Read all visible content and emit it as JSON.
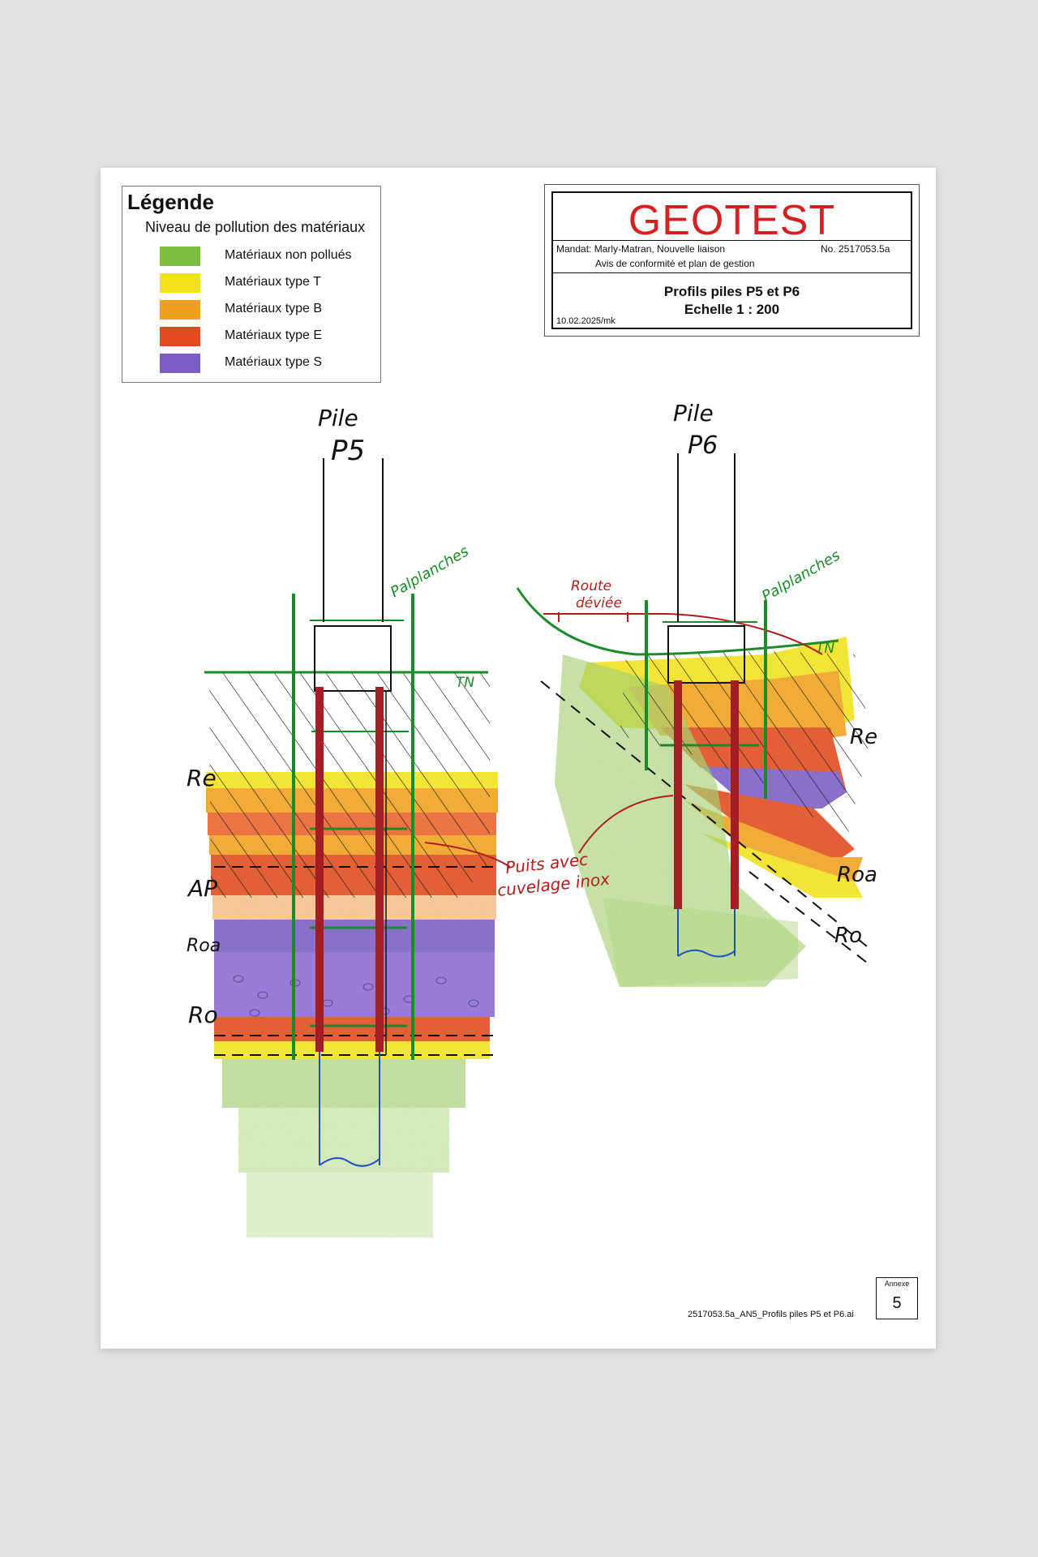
{
  "legend": {
    "title": "Légende",
    "subtitle": "Niveau de pollution des matériaux",
    "items": [
      {
        "label": "Matériaux non pollués",
        "color": "#7fbf3f"
      },
      {
        "label": "Matériaux type T",
        "color": "#f2e21b"
      },
      {
        "label": "Matériaux type B",
        "color": "#f0a01c"
      },
      {
        "label": "Matériaux type E",
        "color": "#e04a1e"
      },
      {
        "label": "Matériaux type S",
        "color": "#7a5cc4"
      }
    ]
  },
  "titleblock": {
    "brand": "GEOTEST",
    "brand_color": "#d42222",
    "mandat": "Mandat: Marly-Matran, Nouvelle liaison",
    "number": "No.   2517053.5a",
    "subtitle": "Avis de conformité et plan de gestion",
    "title_line1": "Profils piles P5 et P6",
    "title_line2": "Echelle 1 : 200",
    "date": "10.02.2025/mk"
  },
  "drawing": {
    "pile_p5_word": "Pile",
    "pile_p5_id": "P5",
    "pile_p6_word": "Pile",
    "pile_p6_id": "P6",
    "palplanches_left": "Palplanches",
    "palplanches_right": "Palplanches",
    "route_line1": "Route",
    "route_line2": "déviée",
    "tn_left": "TN",
    "tn_right": "TN",
    "re_left": "Re",
    "ap": "AP",
    "roa_left": "Roa",
    "ro_left": "Ro",
    "re_right": "Re",
    "roa_right": "Roa",
    "ro_right": "Ro",
    "puits_line1": "Puits avec",
    "puits_line2": "cuvelage inox"
  },
  "footer": {
    "annexe_label": "Annexe",
    "annexe_number": "5",
    "filename": "2517053.5a_AN5_Profils piles P5 et P6.ai"
  }
}
